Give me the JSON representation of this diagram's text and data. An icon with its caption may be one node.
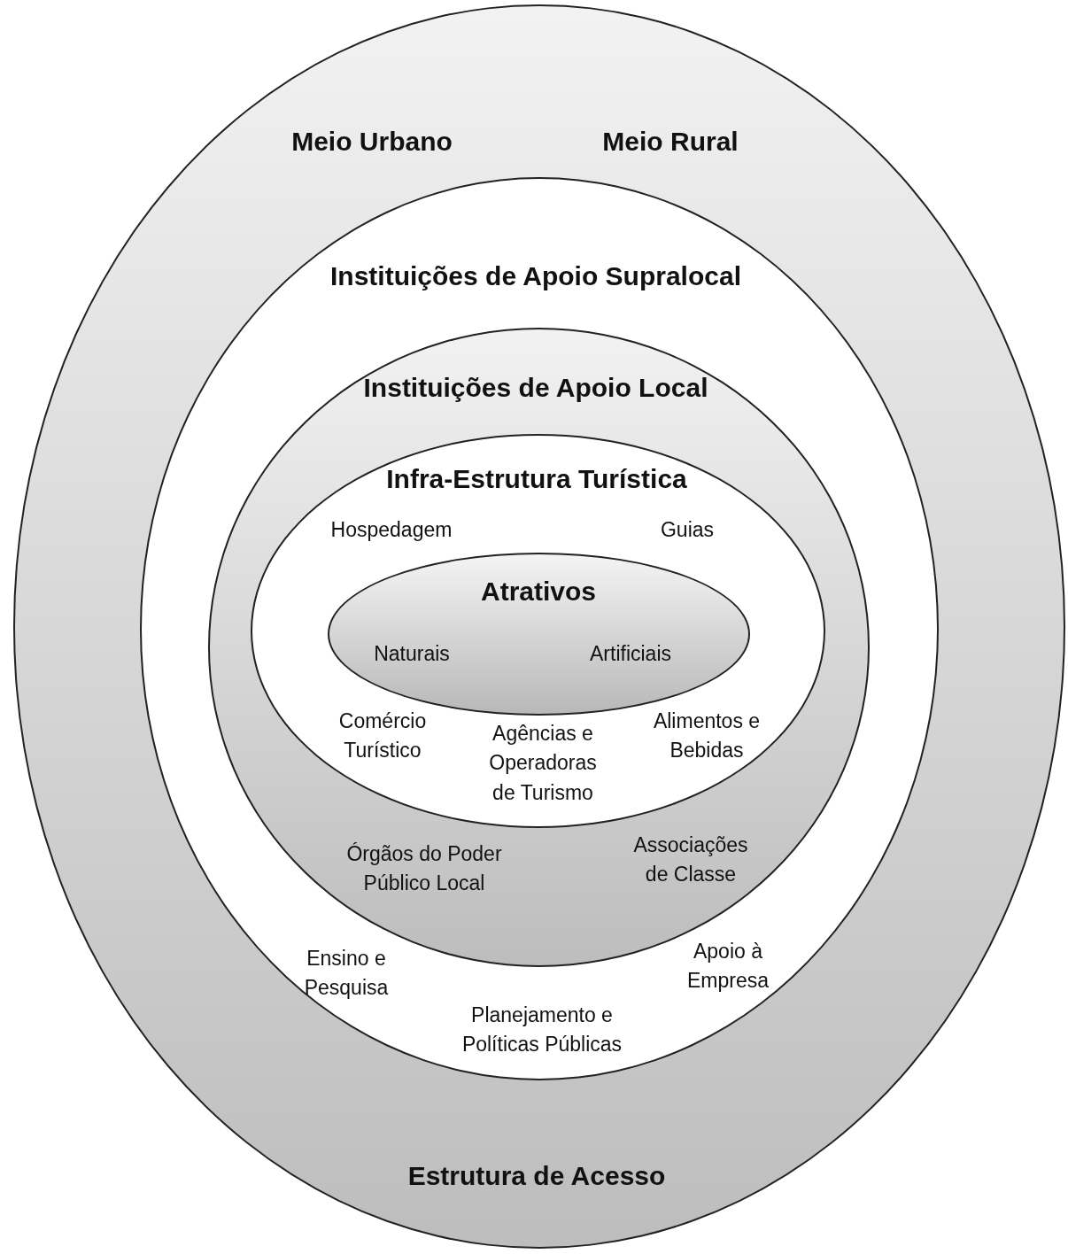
{
  "diagram": {
    "nodes": [
      {
        "text": [
          "Meio Urbano",
          "Meio Rural",
          "Estrutura de Acesso"
        ]
      },
      {
        "text": [
          "Instituições de Apoio Supralocal",
          "Ensino e Pesquisa",
          "Planejamento e Políticas Públicas",
          "Apoio à Empresa"
        ],
        "in": 0
      },
      {
        "text": [
          "Instituições de Apoio Local",
          "Órgãos do Poder Público Local",
          "Associações de Classe"
        ],
        "in": 1
      },
      {
        "text": [
          "Infra-Estrutura Turística",
          "Hospedagem",
          "Guias",
          "Comércio Turístico",
          "Agências e Operadoras de Turismo",
          "Alimentos e Bebidas"
        ],
        "in": 2
      },
      {
        "text": [
          "Atrativos",
          "Naturais",
          "Artificiais"
        ],
        "in": 3
      }
    ]
  }
}
